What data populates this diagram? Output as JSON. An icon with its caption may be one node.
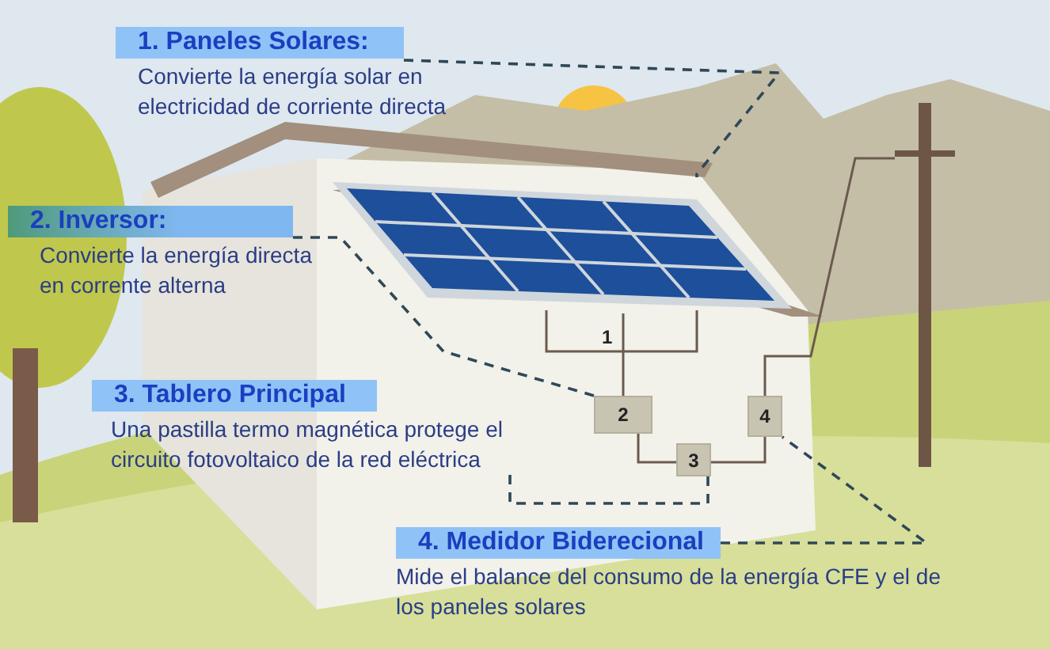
{
  "diagram": {
    "nodes": [
      {
        "text": [
          "1. Paneles Solares:",
          "Convierte la energía solar en electricidad de corriente directa"
        ]
      },
      {
        "text": [
          "2. Inversor:",
          "Convierte la energía directa en corrente alterna"
        ]
      },
      {
        "text": [
          "3. Tablero Principal",
          "Una pastilla termo magnética protege el circuito fotovoltaico de la red eléctrica"
        ]
      },
      {
        "text": [
          "4. Medidor Biderecional",
          "Mide el balance del consumo de la energía CFE y el de los paneles solares"
        ]
      },
      {
        "text": [],
        "shape": "picture"
      },
      {
        "text": [
          "2"
        ]
      },
      {
        "text": [
          "3"
        ]
      },
      {
        "text": [
          "4"
        ]
      },
      {
        "text": [],
        "shape": "pole"
      }
    ],
    "edges": [
      {
        "from": 0,
        "to": 4,
        "arrow": "none",
        "style": "dashed"
      },
      {
        "from": 1,
        "to": 5,
        "arrow": "none",
        "style": "dashed"
      },
      {
        "from": 2,
        "to": 6,
        "arrow": "none",
        "style": "dashed"
      },
      {
        "from": 3,
        "to": 7,
        "arrow": "none",
        "style": "dashed"
      },
      {
        "from": 4,
        "to": 5,
        "arrow": "none",
        "color": "#6b5a4e"
      },
      {
        "from": 5,
        "to": 6,
        "arrow": "none",
        "color": "#6b5a4e"
      },
      {
        "from": 6,
        "to": 7,
        "arrow": "none",
        "color": "#6b5a4e"
      },
      {
        "from": 7,
        "to": 8,
        "arrow": "none",
        "color": "#6b5a4e"
      }
    ],
    "labels": [
      "1"
    ]
  }
}
